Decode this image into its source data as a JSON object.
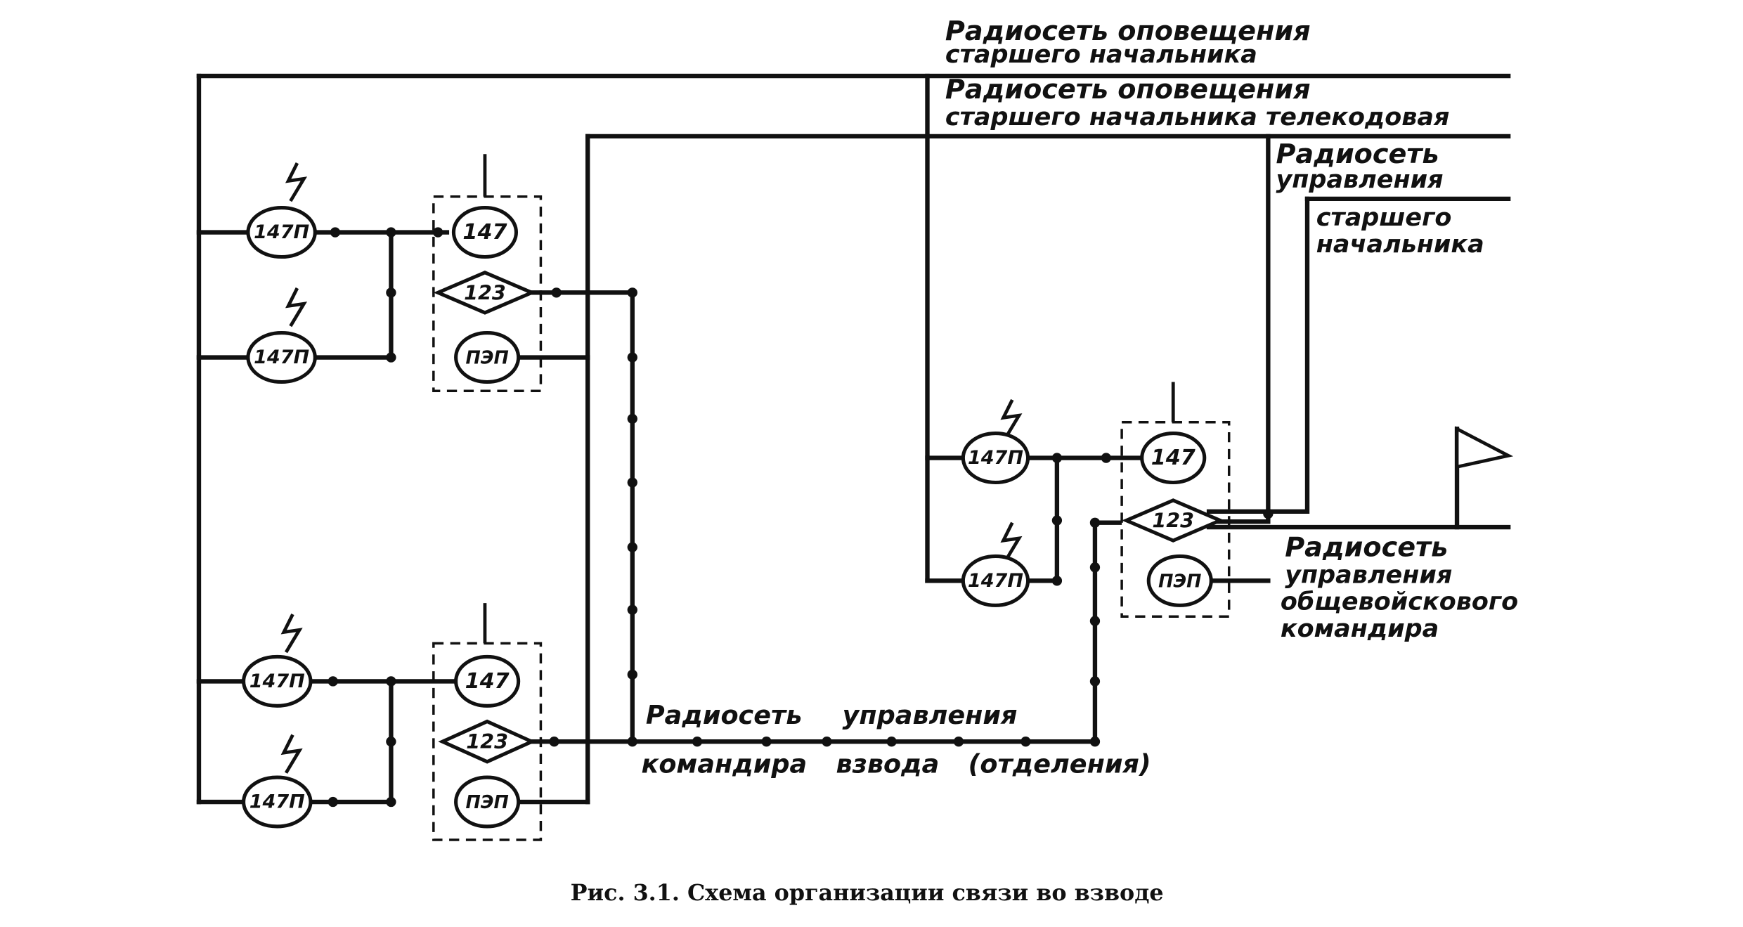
{
  "labels": {
    "net_alert_line1": "Радиосеть оповещения",
    "net_alert_line2": "старшего начальника",
    "net_alert_tc_line1": "Радиосеть оповещения",
    "net_alert_tc_line2": "старшего начальника телекодовая",
    "net_control_line1": "Радиосеть",
    "net_control_line2": "управления",
    "net_control_line3": "старшего",
    "net_control_line4": "начальника",
    "net_combined_line1": "Радиосеть",
    "net_combined_line2": "управления",
    "net_combined_line3": "общевойскового",
    "net_combined_line4": "командира",
    "net_platoon_line1": "Радиосеть управления",
    "net_platoon_line2": "командира взвода (отделения)"
  },
  "devices": {
    "portable": "147П",
    "vehicle": "147",
    "intercom": "123",
    "pep": "ПЭП"
  },
  "caption": "Рис. 3.1. Схема организации связи во взводе"
}
